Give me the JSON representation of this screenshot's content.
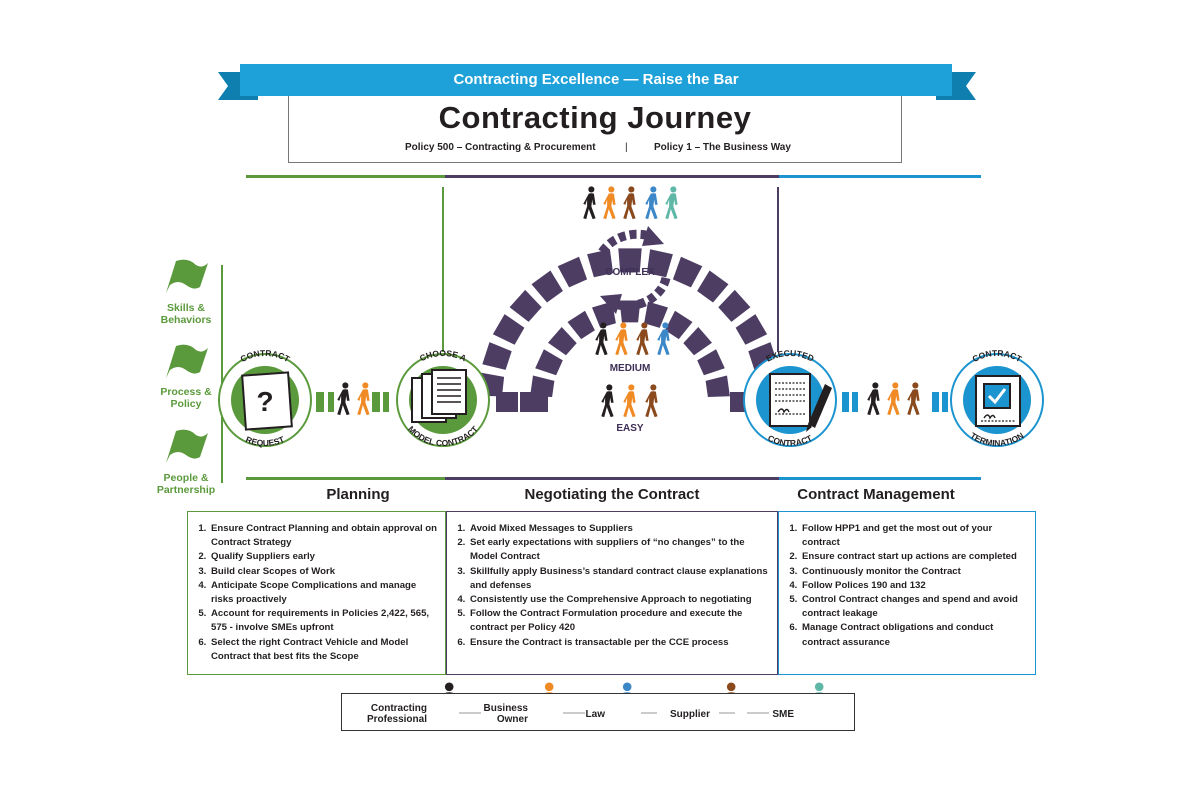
{
  "banner": {
    "text": "Contracting Excellence — Raise the Bar"
  },
  "header": {
    "title": "Contracting Journey",
    "policy_left": "Policy 500 – Contracting & Procurement",
    "separator": "|",
    "policy_right": "Policy 1 – The Business Way"
  },
  "flags": [
    {
      "label": "Skills & Behaviors"
    },
    {
      "label": "Process & Policy"
    },
    {
      "label": "People & Partnership"
    }
  ],
  "stages": {
    "contract_request": {
      "top": "CONTRACT",
      "bottom": "REQUEST",
      "symbol": "?"
    },
    "choose_model": {
      "top": "CHOOSE A",
      "bottom": "MODEL CONTRACT"
    },
    "executed": {
      "top": "EXECUTED",
      "bottom": "CONTRACT"
    },
    "termination": {
      "top": "CONTRACT",
      "bottom": "TERMINATION"
    }
  },
  "arch": {
    "complex": "COMPLEX",
    "medium": "MEDIUM",
    "easy": "EASY"
  },
  "phases": [
    {
      "title": "Planning",
      "color": "#5b9a3c",
      "items": [
        "Ensure Contract Planning and obtain approval on Contract Strategy",
        "Qualify Suppliers early",
        "Build clear Scopes of Work",
        "Anticipate Scope Complications and manage risks proactively",
        "Account for requirements in Policies 2,422, 565, 575 - involve SMEs upfront",
        "Select the right Contract Vehicle and Model Contract that best fits the Scope"
      ]
    },
    {
      "title": "Negotiating the Contract",
      "color": "#4d3d63",
      "items": [
        "Avoid Mixed Messages to Suppliers",
        "Set early expectations with suppliers of “no changes” to the Model Contract",
        "Skillfully apply Business’s standard contract clause explanations and defenses",
        "Consistently use the Comprehensive Approach to negotiating",
        "Follow the Contract Formulation procedure and execute the contract per Policy 420",
        "Ensure the Contract is transactable per the CCE process"
      ]
    },
    {
      "title": "Contract Management",
      "color": "#1b94cf",
      "items": [
        "Follow HPP1 and get the most out of your contract",
        "Ensure contract start up actions are completed",
        "Continuously monitor the Contract",
        "Follow Polices 190 and 132",
        "Control Contract changes and spend and avoid contract leakage",
        "Manage Contract obligations and conduct contract assurance"
      ]
    }
  ],
  "legend": [
    {
      "label": "Contracting Professional",
      "color": "#231f20"
    },
    {
      "label": "Business Owner",
      "color": "#f08a24"
    },
    {
      "label": "Law",
      "color": "#3b87c7"
    },
    {
      "label": "Supplier",
      "color": "#8a4a1d"
    },
    {
      "label": "SME",
      "color": "#5fb7a8"
    }
  ],
  "colors": {
    "green": "#5b9a3c",
    "purple": "#4d3d63",
    "blue": "#1b94cf",
    "banner": "#1ea0d8"
  }
}
